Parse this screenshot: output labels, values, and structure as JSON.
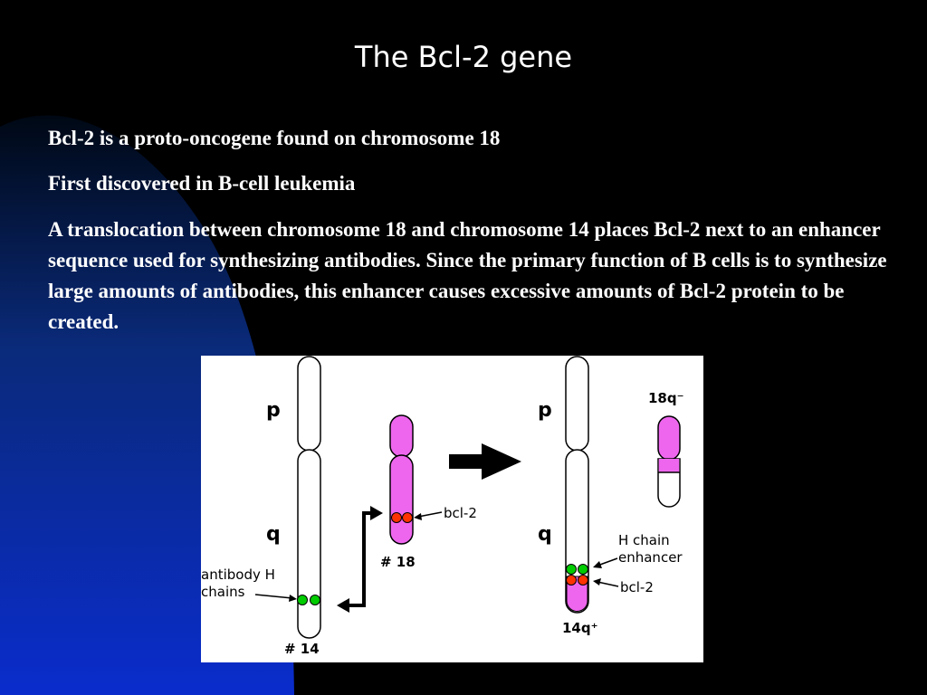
{
  "slide": {
    "title": "The Bcl-2 gene",
    "bullets": [
      "Bcl-2 is a proto-oncogene found on chromosome 18",
      "First discovered in B-cell leukemia",
      "A translocation between chromosome 18 and chromosome 14 places Bcl-2 next to an enhancer sequence used for synthesizing antibodies.  Since the primary function of B cells is to synthesize large amounts of antibodies, this enhancer causes excessive amounts of Bcl-2 protein to be created."
    ]
  },
  "diagram": {
    "left": {
      "p_arm": "p",
      "q_arm": "q",
      "antibody_line1": "antibody H",
      "antibody_line2": "chains",
      "chr14": "# 14",
      "bcl2": "bcl-2",
      "chr18": "# 18"
    },
    "right": {
      "p_arm": "p",
      "q_arm": "q",
      "chr18q": "18q⁻",
      "enhancer_line1": "H chain",
      "enhancer_line2": "enhancer",
      "bcl2": "bcl-2",
      "chr14q": "14q⁺"
    },
    "colors": {
      "chr18": "#ee66ee",
      "antibody_genes": "#00cc00",
      "bcl2_gene": "#ff3300"
    }
  }
}
